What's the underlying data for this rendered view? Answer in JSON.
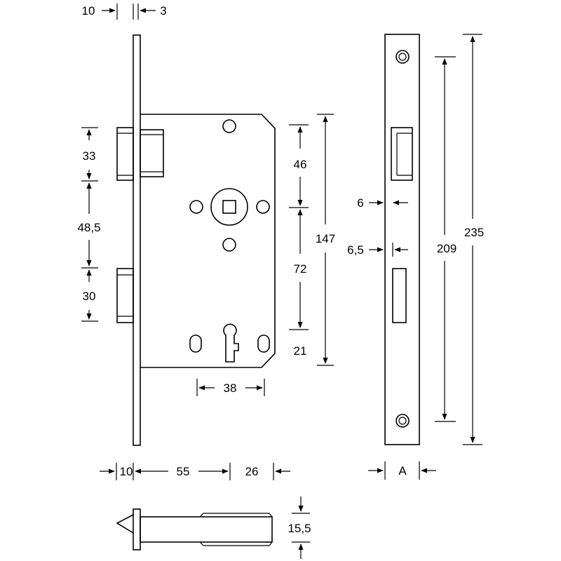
{
  "dimensions": {
    "faceplate_offset": "10",
    "faceplate_thickness": "3",
    "latch_height": "33",
    "latch_to_bolt": "48,5",
    "bolt_height": "30",
    "spindle_from_top": "46",
    "spindle_to_keyhole": "72",
    "keyhole_from_bottom": "21",
    "case_height": "147",
    "keyhole_offset": "38",
    "front_gap": "10",
    "backset": "55",
    "case_tail": "26",
    "plate_latch_width": "6",
    "plate_bolt_width": "6,5",
    "hole_spacing": "209",
    "plate_length": "235",
    "plate_width": "A",
    "case_thickness": "15,5"
  }
}
